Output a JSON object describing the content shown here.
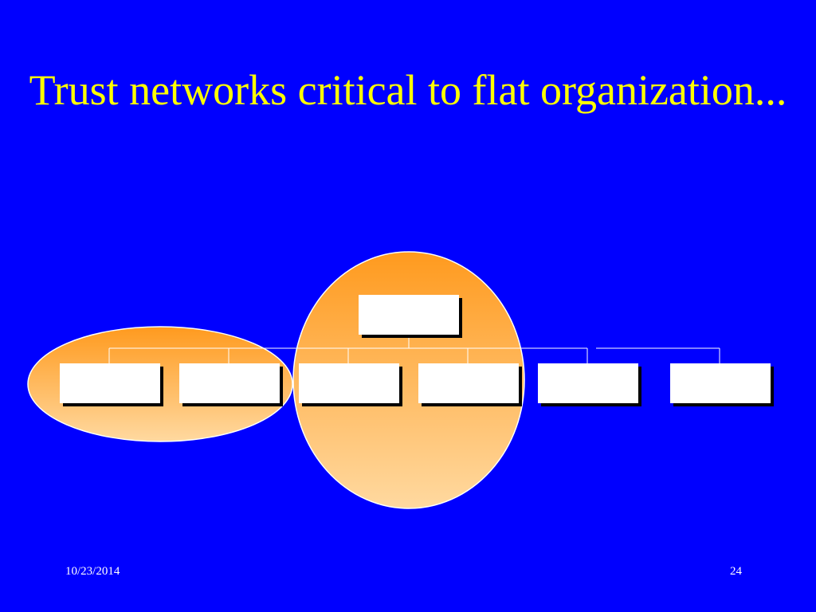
{
  "slide": {
    "title": "Trust networks critical to flat organization...",
    "footer_date": "10/23/2014",
    "page_number": "24"
  },
  "colors": {
    "background": "#0000ff",
    "title": "#ffff00",
    "ellipse_top": "#ff9a1e",
    "ellipse_bottom": "#ffd9a0",
    "box_fill": "#ffffff",
    "box_shadow": "#000000",
    "connector": "#ffffff"
  },
  "org_chart": {
    "root": {
      "name": "root-box"
    },
    "children": [
      {
        "name": "child-box-1"
      },
      {
        "name": "child-box-2"
      },
      {
        "name": "child-box-3"
      },
      {
        "name": "child-box-4"
      },
      {
        "name": "child-box-5"
      },
      {
        "name": "child-box-6"
      }
    ],
    "groups": [
      {
        "name": "horizontal-trust-group"
      },
      {
        "name": "vertical-trust-group"
      }
    ]
  }
}
